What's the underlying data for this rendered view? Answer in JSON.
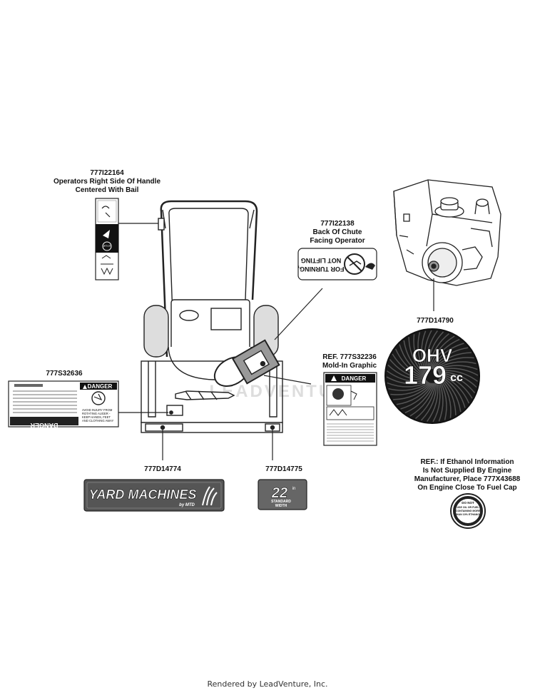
{
  "labels": {
    "p22164": {
      "part": "777I22164",
      "line1": "Operators Right Side Of Handle",
      "line2": "Centered With Bail"
    },
    "p22138": {
      "part": "777I22138",
      "line1": "Back Of Chute",
      "line2": "Facing Operator"
    },
    "p14790": {
      "part": "777D14790"
    },
    "p32636": {
      "part": "777S32636"
    },
    "p32236": {
      "part": "REF. 777S32236",
      "line1": "Mold-In Graphic"
    },
    "p14774": {
      "part": "777D14774"
    },
    "p14775": {
      "part": "777D14775"
    },
    "ref_note": {
      "line1": "REF.:  If Ethanol Information",
      "line2": "Is Not Supplied By Engine",
      "line3": "Manufacturer, Place 777X43688",
      "line4": "On Engine Close To Fuel Cap"
    }
  },
  "decals": {
    "turning": {
      "line1": "FOR TURNING,",
      "line2": "NOT LIFTING"
    },
    "ohv": {
      "top": "OHV",
      "num": "179",
      "unit": "cc"
    },
    "danger": {
      "word": "DANGER",
      "warning": "AVOID INJURY FROM ROTATING AUGER - KEEP HANDS, FEET AND CLOTHING AWAY"
    },
    "brand": {
      "name": "YARD MACHINES",
      "sub": "by MTD"
    },
    "size": {
      "num": "22",
      "unit": "in",
      "sub1": "STANDARD",
      "sub2": "WIDTH"
    },
    "ethanol": {
      "line1": "DO NOT",
      "line2": "USE OIL OR FUEL",
      "line3": "CONTAINING MORE",
      "line4": "THAN 10% ETHANOL"
    },
    "stop": {
      "word": "STOP"
    }
  },
  "watermark": "LEADVENTURE",
  "footer": "Rendered by LeadVenture, Inc."
}
